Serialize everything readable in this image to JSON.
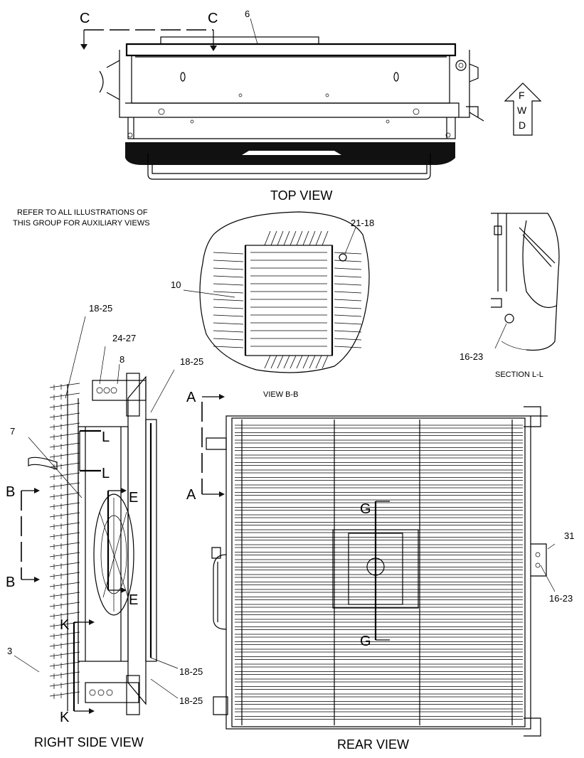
{
  "views": {
    "top_view": "TOP VIEW",
    "view_bb": "VIEW B-B",
    "section_ll": "SECTION L-L",
    "right_side_view": "RIGHT SIDE VIEW",
    "rear_view": "REAR VIEW"
  },
  "note": {
    "line1": "REFER TO ALL ILLUSTRATIONS OF",
    "line2": "THIS GROUP FOR AUXILIARY VIEWS"
  },
  "fwd_arrow": {
    "f": "F",
    "w": "W",
    "d": "D"
  },
  "section_markers": {
    "c_left": "C",
    "c_right": "C",
    "a_top": "A",
    "a_bottom": "A",
    "b_top": "B",
    "b_bottom": "B",
    "l_top": "L",
    "l_bottom": "L",
    "e_top": "E",
    "e_bottom": "E",
    "k_top": "K",
    "k_bottom": "K",
    "g_top": "G",
    "g_bottom": "G"
  },
  "callouts": {
    "c6": "6",
    "c21_18": "21-18",
    "c10": "10",
    "c16_23_section": "16-23",
    "c18_25_a": "18-25",
    "c24_27": "24-27",
    "c8": "8",
    "c18_25_b": "18-25",
    "c7": "7",
    "c3": "3",
    "c18_25_c": "18-25",
    "c18_25_d": "18-25",
    "c31": "31",
    "c16_23_rear": "16-23"
  }
}
